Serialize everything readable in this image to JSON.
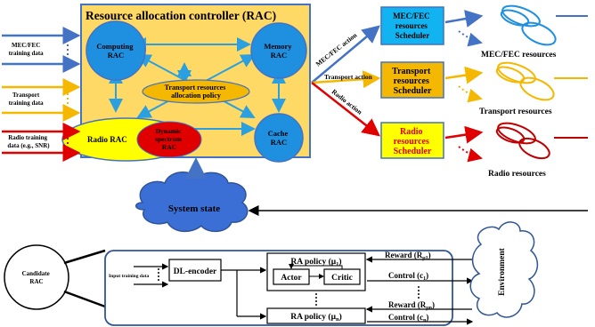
{
  "rac": {
    "title": "Resource allocation controller (RAC)",
    "computing": [
      "Computing",
      "RAC"
    ],
    "memory": [
      "Memory",
      "RAC"
    ],
    "transport_policy": [
      "Transport resources",
      "allocation policy"
    ],
    "radio": "Radio RAC",
    "dynamic": [
      "Dynamic",
      "spectrum",
      "RAC"
    ],
    "cache": [
      "Cache",
      "RAC"
    ]
  },
  "inputs": {
    "mec": [
      "MEC/FEC",
      "training data"
    ],
    "transport": [
      "Transport",
      "training data"
    ],
    "radio": [
      "Radio training",
      "data (e.g., SNR)"
    ]
  },
  "actions": {
    "mec": "MEC/FEC action",
    "transport": "Transport action",
    "radio": "Radio action"
  },
  "schedulers": {
    "mec": [
      "MEC/FEC",
      "resources",
      "Scheduler"
    ],
    "transport": [
      "Transport",
      "resources",
      "Scheduler"
    ],
    "radio": [
      "Radio",
      "resources",
      "Scheduler"
    ]
  },
  "resources": {
    "mec": "MEC/FEC resources",
    "transport": "Transport resources",
    "radio": "Radio resources"
  },
  "system_state": "System state",
  "bottom": {
    "candidate": [
      "Candidate",
      "RAC"
    ],
    "input_training": "Input training data",
    "encoder": "DL-encoder",
    "policy1": "RA policy (μ",
    "policy1_sub": "1",
    "policyn": "RA policy (μ",
    "policyn_sub": "n",
    "actor": "Actor",
    "critic": "Critic",
    "reward1": "Reward (R",
    "reward1_sub": "μ1",
    "control1": "Control (c",
    "control1_sub": "1",
    "rewardn": "Reward (R",
    "rewardn_sub": "μn",
    "controln": "Control (c",
    "controln_sub": "n",
    "environment": "Environment"
  },
  "colors": {
    "blue": "#4472c4",
    "orange": "#f5b800",
    "red": "#e00000",
    "panel": "#ffd966",
    "node": "#1f8fe0",
    "cyan": "#11b4f0",
    "darkred": "#c00000"
  }
}
